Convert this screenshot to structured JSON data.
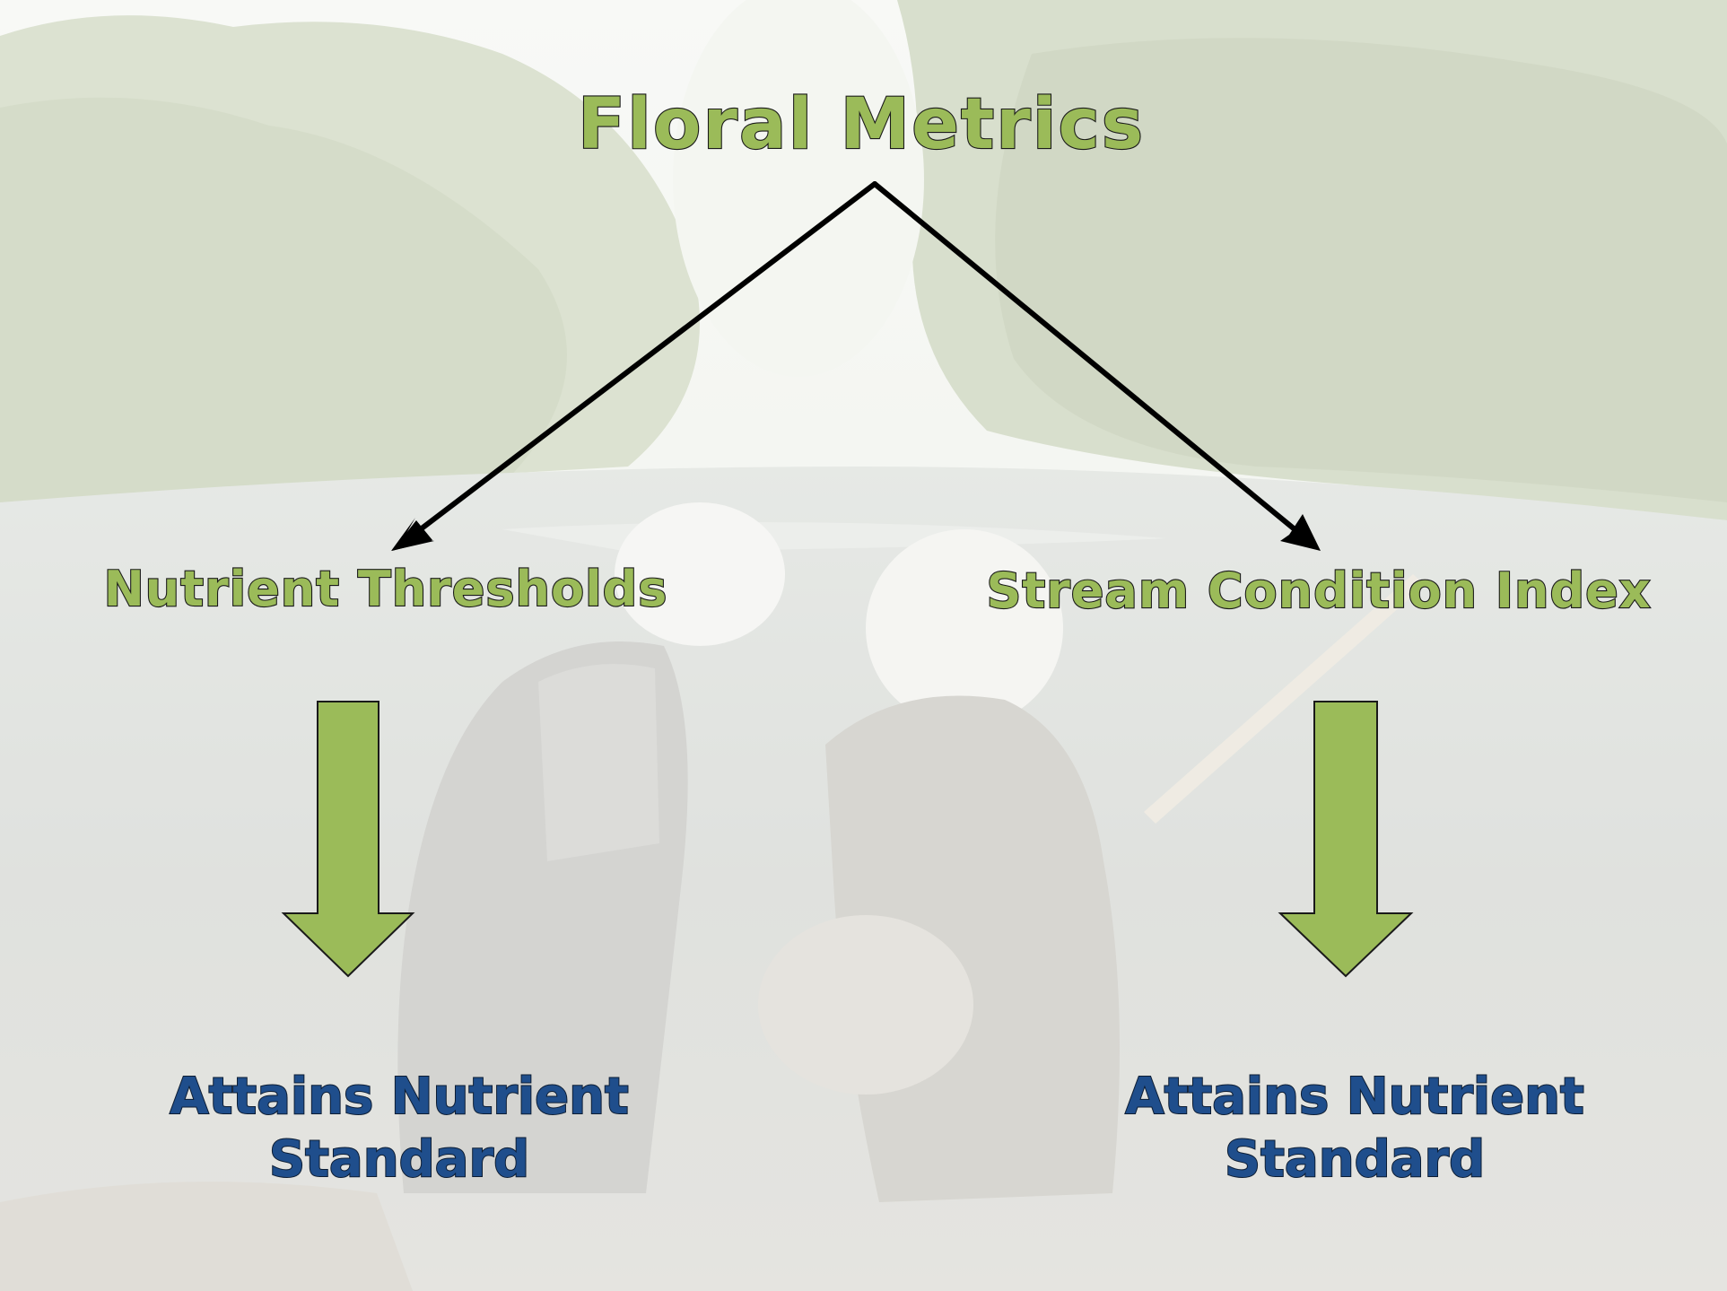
{
  "title": "Floral Metrics",
  "nodes": {
    "left": "Nutrient Thresholds",
    "right": "Stream Condition Index"
  },
  "outcomes": {
    "left": {
      "line1": "Attains Nutrient",
      "line2": "Standard"
    },
    "right": {
      "line1": "Attains Nutrient",
      "line2": "Standard"
    }
  },
  "colors": {
    "green": "#9bbb59",
    "navy": "#1f4e8c",
    "arrow_black": "#000000"
  }
}
